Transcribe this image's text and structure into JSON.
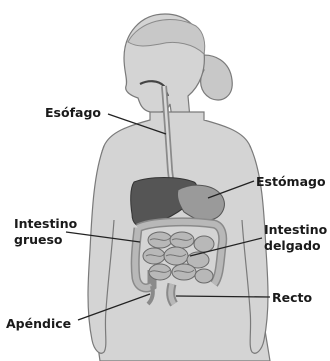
{
  "diagram": {
    "labels": {
      "esophagus": "Esófago",
      "stomach": "Estómago",
      "large_intestine_1": "Intestino",
      "large_intestine_2": "grueso",
      "small_intestine_1": "Intestino",
      "small_intestine_2": "delgado",
      "rectum": "Recto",
      "appendix": "Apéndice"
    },
    "colors": {
      "skin": "#d4d4d4",
      "outline": "#7a7a7a",
      "liver": "#555555",
      "stomach": "#9a9a9a",
      "intestine": "#b8b8b8",
      "leader": "#222222",
      "text": "#1a1a1a"
    }
  }
}
